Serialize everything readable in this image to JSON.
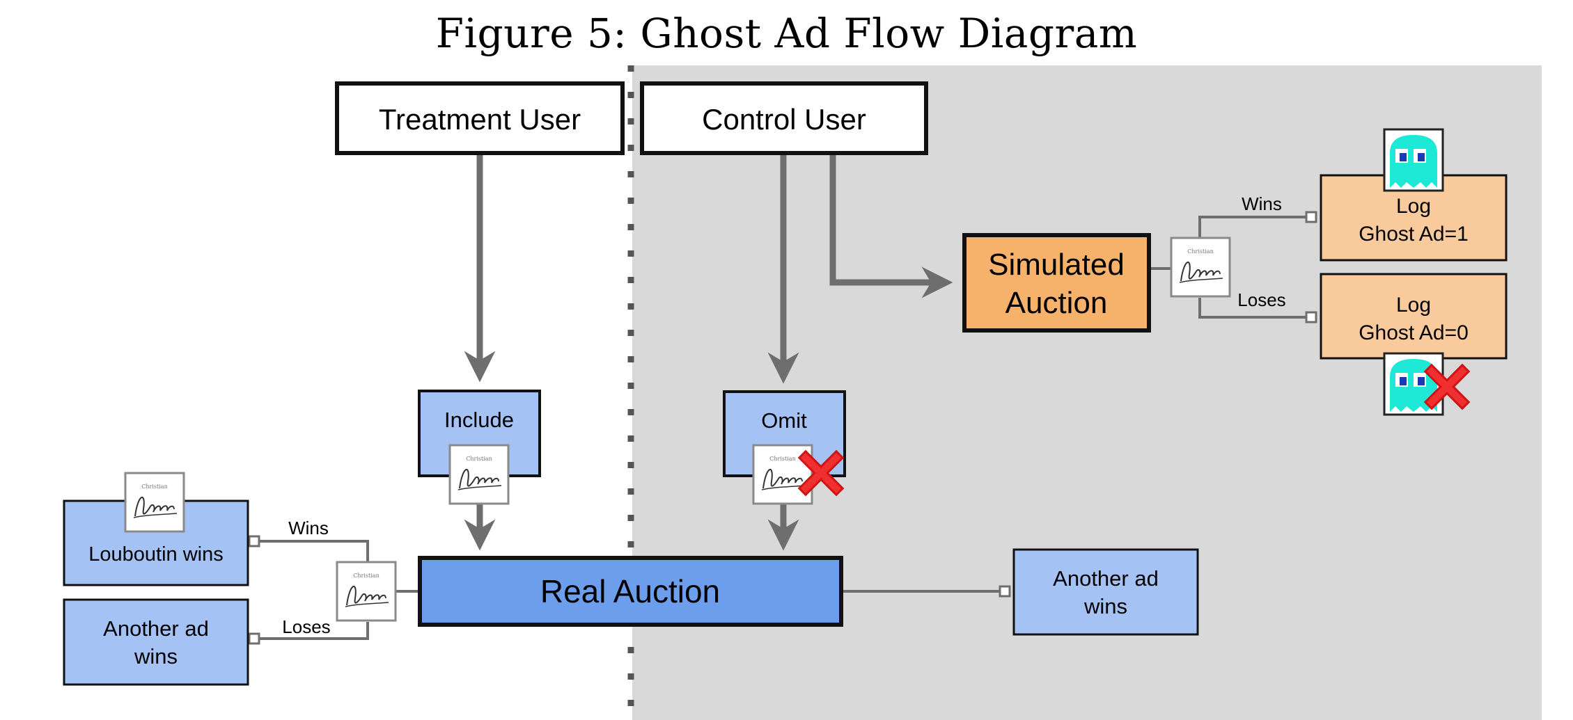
{
  "title": "Figure 5: Ghost Ad Flow Diagram",
  "colors": {
    "control_area": "#d9d9d9",
    "arrow": "#6e6e6e",
    "user_box": "#ffffff",
    "blue_box": "#a4c2f4",
    "real_auction": "#6d9eeb",
    "simulated_auction": "#f6b26b",
    "log_box": "#f9cb9c",
    "ghost": "#1de9d6",
    "red_x": "#e51414"
  },
  "users": {
    "treatment": "Treatment User",
    "control": "Control User"
  },
  "treatment": {
    "include": "Include",
    "louboutin_wins": "Louboutin wins",
    "another_ad_line1": "Another ad",
    "another_ad_line2": "wins",
    "wins": "Wins",
    "loses": "Loses"
  },
  "control": {
    "omit": "Omit",
    "simulated_line1": "Simulated",
    "simulated_line2": "Auction",
    "wins": "Wins",
    "loses": "Loses",
    "log1_line1": "Log",
    "log1_line2": "Ghost Ad=1",
    "log0_line1": "Log",
    "log0_line2": "Ghost Ad=0",
    "another_ad_line1": "Another ad",
    "another_ad_line2": "wins"
  },
  "real_auction": "Real Auction",
  "icons": {
    "ad_logo": "louboutin-logo-icon",
    "ghost": "ghost-icon",
    "reject": "red-x-icon"
  }
}
